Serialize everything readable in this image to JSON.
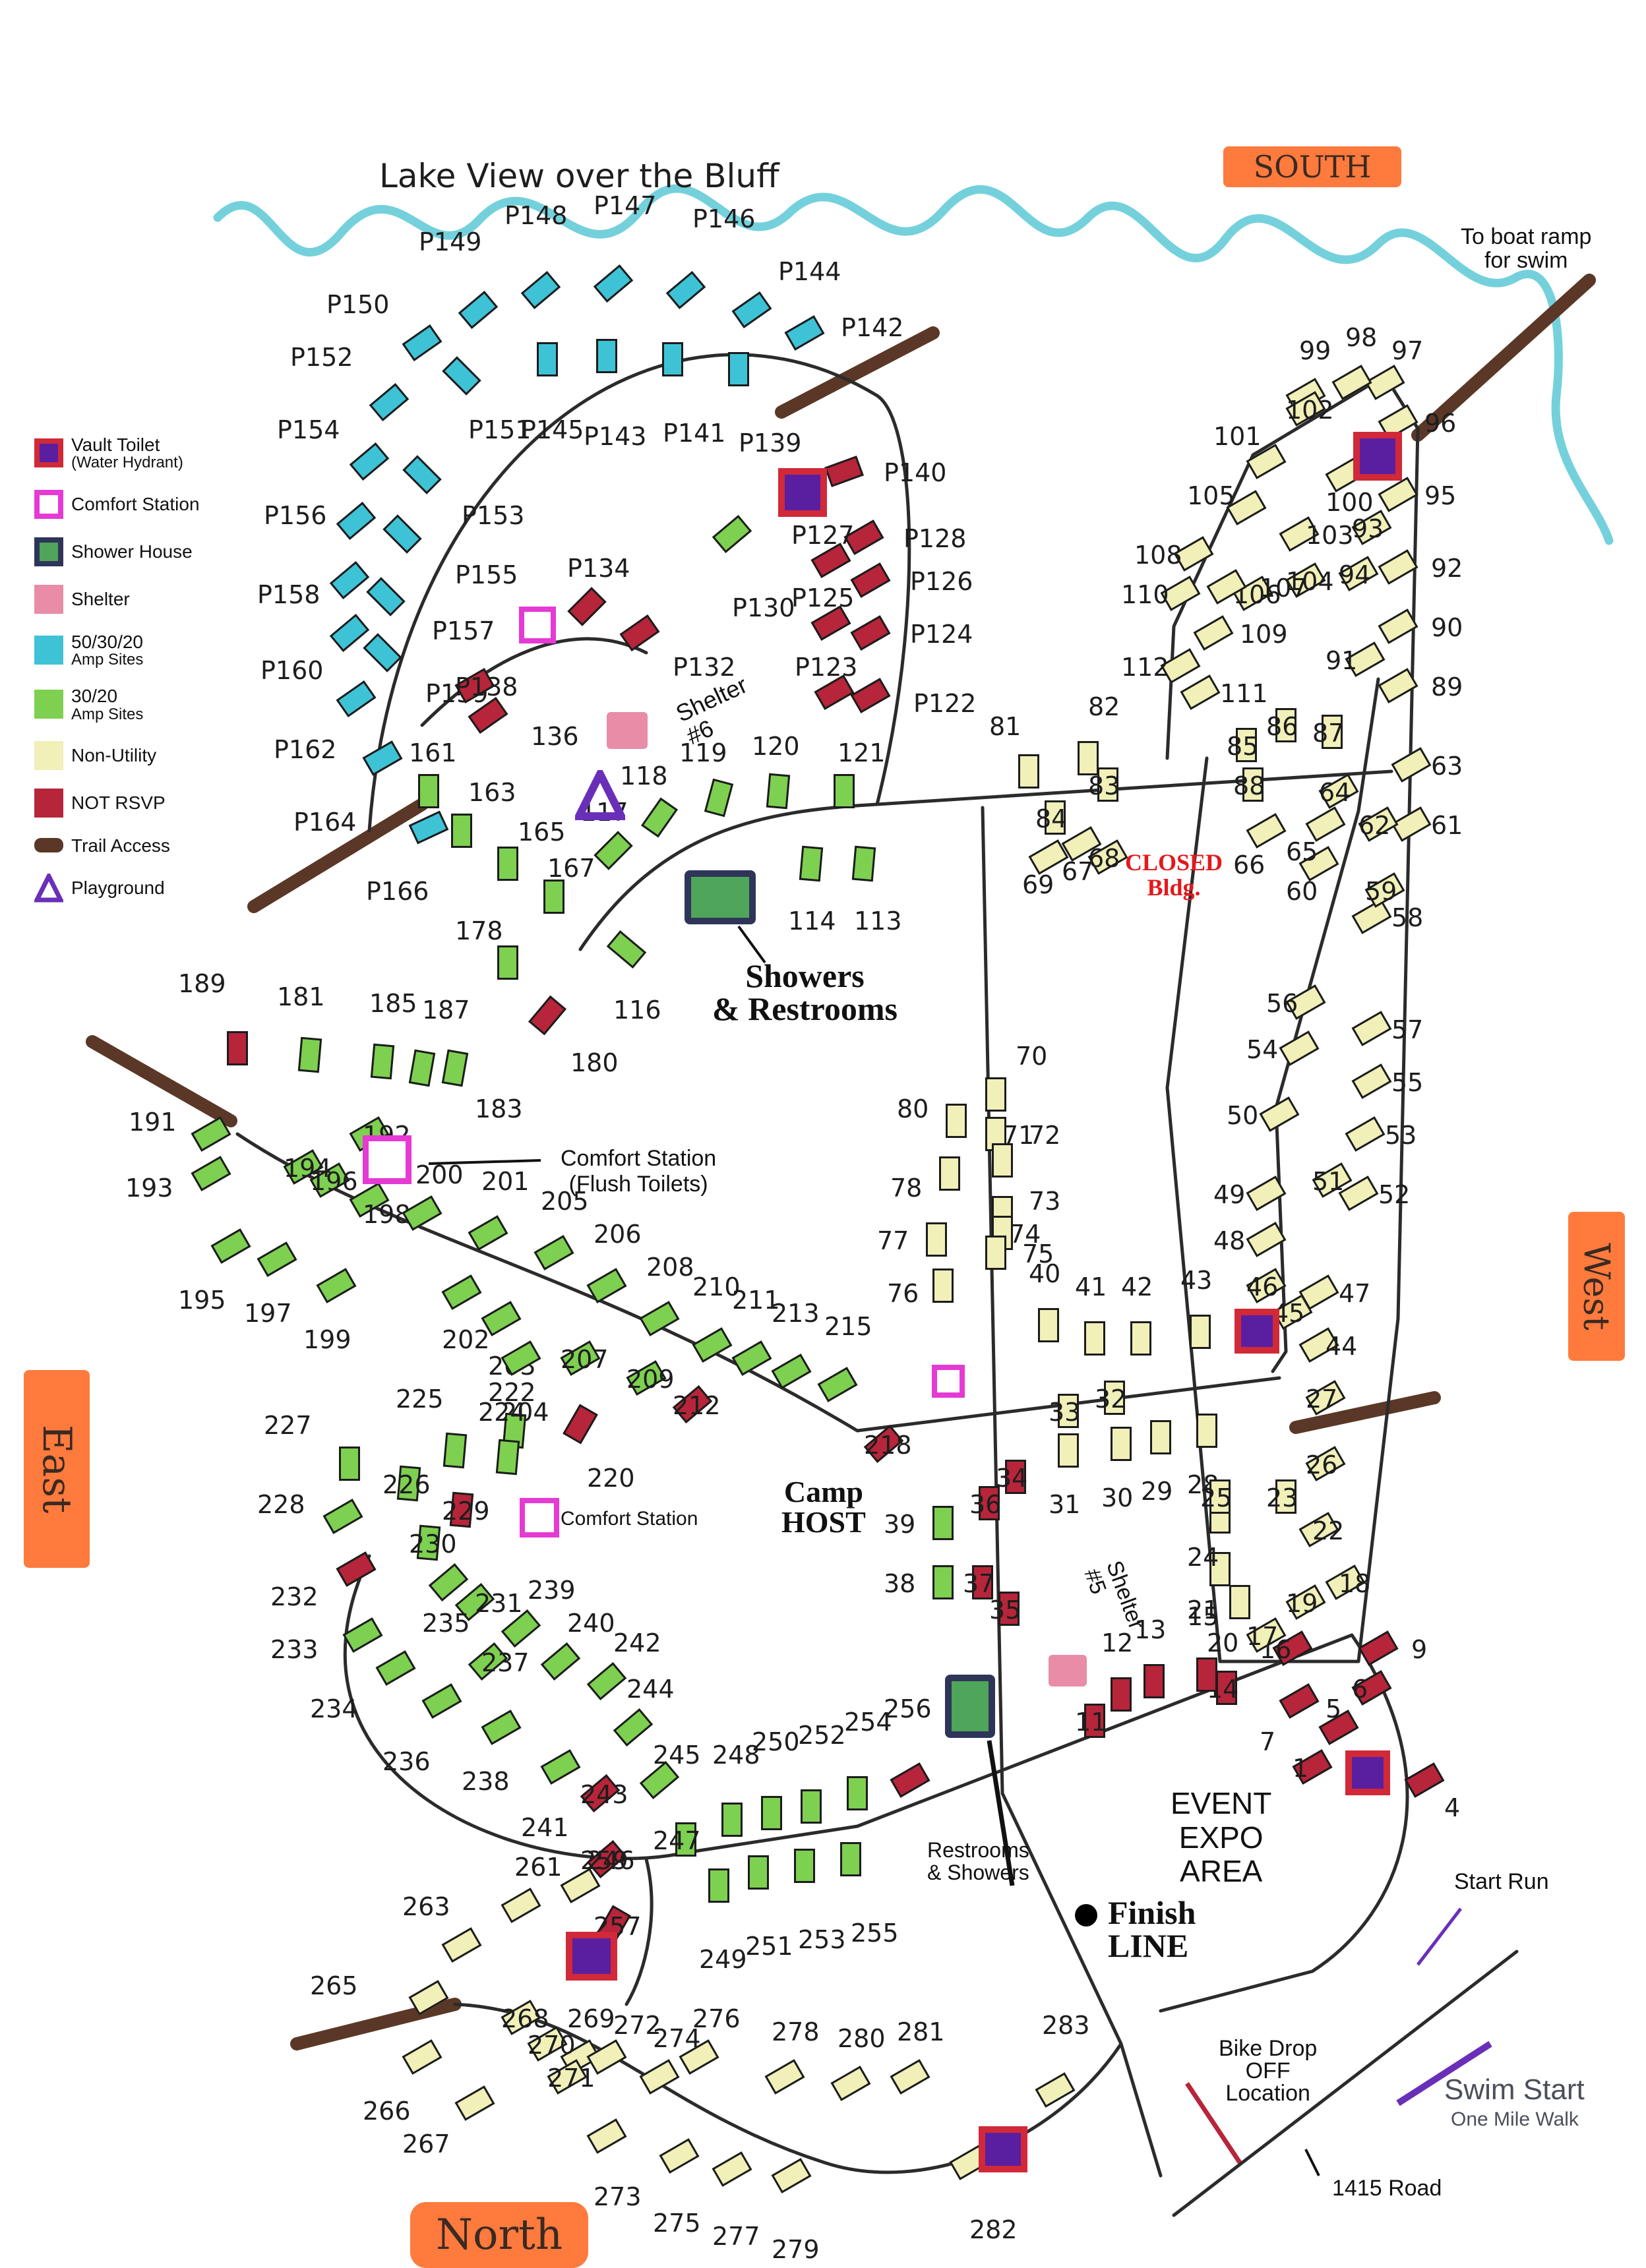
{
  "title": "Lake View over the Bluff",
  "directions": {
    "south": "SOUTH",
    "west": "West",
    "east": "East",
    "north": "North"
  },
  "legend": [
    {
      "label": "Vault Toilet",
      "sub": "(Water Hydrant)",
      "key": "vault"
    },
    {
      "label": "Comfort Station",
      "sub": "",
      "key": "comfort"
    },
    {
      "label": "Shower House",
      "sub": "",
      "key": "shower"
    },
    {
      "label": "Shelter",
      "sub": "",
      "key": "shelter"
    },
    {
      "label": "50/30/20",
      "sub": "Amp Sites",
      "key": "amp50"
    },
    {
      "label": "30/20",
      "sub": "Amp Sites",
      "key": "amp30"
    },
    {
      "label": "Non-Utility",
      "sub": "",
      "key": "nonutil"
    },
    {
      "label": "NOT RSVP",
      "sub": "",
      "key": "notrsvp"
    },
    {
      "label": "Trail Access",
      "sub": "",
      "key": "trail"
    },
    {
      "label": "Playground",
      "sub": "",
      "key": "playground"
    }
  ],
  "colors": {
    "amp50": "#3ec3d6",
    "amp30": "#7ed050",
    "nonutil": "#f0f0b8",
    "notrsvp": "#b7253a",
    "trail": "#5a3726",
    "playground": "#6a2fb8",
    "comfort": "#e53ad3",
    "shower": "#2e3558",
    "shelter": "#e88ca7",
    "vault": "#d12938",
    "lake": "#74d1dc",
    "direction": "#ff7a3d",
    "closed": "#e3191c"
  },
  "labels": {
    "boat_ramp": "To boat ramp\nfor swim",
    "showers_restrooms": "Showers\n& Restrooms",
    "comfort_flush": "Comfort Station\n(Flush Toilets)",
    "comfort_station": "Comfort Station",
    "camp_host": "Camp\nHOST",
    "restrooms_showers": "Restrooms\n& Showers",
    "event_expo": "EVENT\nEXPO\nAREA",
    "start_run": "Start Run",
    "finish_line": "Finish\nLINE",
    "bike_drop": "Bike Drop\nOFF\nLocation",
    "swim_start": "Swim Start",
    "swim_walk": "One Mile Walk",
    "road_1415": "1415 Road",
    "closed_bldg": "CLOSED\nBldg.",
    "shelter_6": "Shelter\n#6",
    "shelter_5": "Shelter\n#5"
  },
  "sites": [
    "P150",
    "P149",
    "P148",
    "P147",
    "P146",
    "P144",
    "P142",
    "P152",
    "P151",
    "P145",
    "P143",
    "P141",
    "P139",
    "P154",
    "P153",
    "P156",
    "P155",
    "P158",
    "P157",
    "P160",
    "P159",
    "P162",
    "P164",
    "P166",
    "P140",
    "P128",
    "P126",
    "P124",
    "P122",
    "P138",
    "P134",
    "P130",
    "P132",
    "P127",
    "P125",
    "P123",
    "161",
    "163",
    "165",
    "167",
    "136",
    "117",
    "118",
    "119",
    "120",
    "121",
    "113",
    "114",
    "116",
    "178",
    "180",
    "181",
    "183",
    "185",
    "187",
    "189",
    "191",
    "193",
    "195",
    "192",
    "196",
    "198",
    "200",
    "201",
    "202",
    "203",
    "205",
    "206",
    "208",
    "210",
    "211",
    "212",
    "213",
    "215",
    "194",
    "197",
    "199",
    "204",
    "207",
    "209",
    "218",
    "220",
    "222",
    "224",
    "225",
    "226",
    "227",
    "228",
    "229",
    "230",
    "231",
    "232",
    "233",
    "234",
    "235",
    "236",
    "237",
    "238",
    "239",
    "240",
    "241",
    "242",
    "243",
    "244",
    "245",
    "246",
    "247",
    "248",
    "249",
    "250",
    "251",
    "252",
    "253",
    "254",
    "255",
    "256",
    "257",
    "259",
    "261",
    "263",
    "265",
    "266",
    "267",
    "268",
    "269",
    "270",
    "271",
    "272",
    "273",
    "274",
    "275",
    "276",
    "277",
    "278",
    "279",
    "280",
    "281",
    "282",
    "283",
    "81",
    "82",
    "83",
    "84",
    "85",
    "86",
    "87",
    "88",
    "89",
    "90",
    "91",
    "92",
    "93",
    "94",
    "95",
    "96",
    "97",
    "98",
    "99",
    "100",
    "101",
    "102",
    "103",
    "104",
    "105",
    "106",
    "107",
    "108",
    "109",
    "110",
    "111",
    "112",
    "70",
    "71",
    "72",
    "73",
    "74",
    "75",
    "76",
    "77",
    "78",
    "80",
    "40",
    "41",
    "42",
    "43",
    "44",
    "45",
    "46",
    "47",
    "48",
    "49",
    "50",
    "51",
    "52",
    "53",
    "54",
    "55",
    "56",
    "57",
    "58",
    "59",
    "60",
    "61",
    "62",
    "63",
    "64",
    "65",
    "66",
    "67",
    "68",
    "69",
    "28",
    "29",
    "30",
    "31",
    "32",
    "33",
    "34",
    "35",
    "36",
    "37",
    "38",
    "39",
    "1",
    "4",
    "5",
    "6",
    "7",
    "9",
    "11",
    "12",
    "13",
    "14",
    "15",
    "16",
    "17",
    "18",
    "19",
    "20",
    "21",
    "22",
    "23",
    "24",
    "25",
    "26",
    "27"
  ]
}
